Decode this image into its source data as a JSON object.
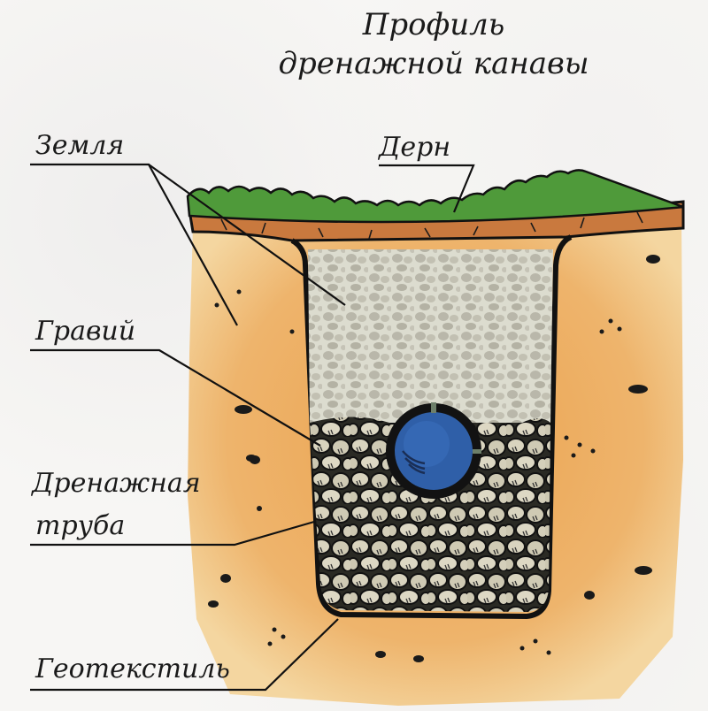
{
  "title": {
    "line1": "Профиль",
    "line2": "дренажной канавы"
  },
  "labels": {
    "soil": "Земля",
    "turf": "Дерн",
    "gravel": "Гравий",
    "drain_pipe_line1": "Дренажная",
    "drain_pipe_line2": "труба",
    "geotextile": "Геотекстиль"
  },
  "colors": {
    "background": "#f7f6f4",
    "sand_soil": "#e9a85a",
    "sand_soil_light": "#f2cd8f",
    "topsoil": "#c9793e",
    "grass": "#4f9a3a",
    "gravel_fine": "#c9c8bd",
    "gravel_coarse": "#d8d3c0",
    "pipe": "#2f5fa8",
    "outline": "#111111"
  },
  "layers": [
    {
      "name": "Дерн",
      "description": "grass turf on top"
    },
    {
      "name": "Земля",
      "description": "soil around trench"
    },
    {
      "name": "Гравий",
      "description": "fine and coarse gravel fill"
    },
    {
      "name": "Дренажная труба",
      "description": "perforated drain pipe in coarse gravel"
    },
    {
      "name": "Геотекстиль",
      "description": "geotextile lining the trench"
    }
  ]
}
